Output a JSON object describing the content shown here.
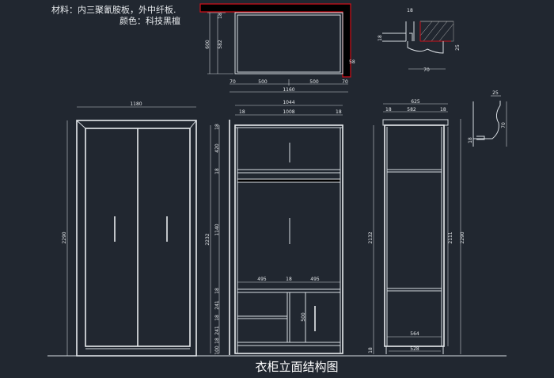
{
  "notes": {
    "material": "材料：内三聚氰胺板，外中纤板.",
    "color": "颜色：科技黑檀"
  },
  "title": "衣柜立面结构图",
  "colors": {
    "background": "#212730",
    "lines": "#d8dde2",
    "accent": "#d0101a"
  },
  "plan": {
    "d600": "600",
    "d582": "582",
    "d18": "18",
    "d58": "58",
    "d70a": "70",
    "d500a": "500",
    "d500b": "500",
    "d70b": "70",
    "d1160": "1160"
  },
  "detail_top": {
    "d18w": "18",
    "d18h": "18",
    "d25": "25",
    "d70": "70"
  },
  "front": {
    "width": "1180",
    "height": "2290"
  },
  "carcass": {
    "width": "1044",
    "side_l": "18",
    "inner": "1008",
    "side_r": "18",
    "height": "2232",
    "rows": [
      "18",
      "420",
      "18",
      "1140",
      "18",
      "241",
      "18",
      "241",
      "18",
      "100"
    ],
    "mid_l": "495",
    "mid_div": "18",
    "mid_r": "495",
    "door": "500"
  },
  "side": {
    "depth": "625",
    "s1": "18",
    "inner": "582",
    "s2": "18",
    "h2132": "2132",
    "h2111": "2111",
    "h2290": "2290",
    "d564": "564",
    "d528": "528"
  },
  "detail_side": {
    "d25": "25",
    "d70": "70",
    "d18": "18"
  }
}
